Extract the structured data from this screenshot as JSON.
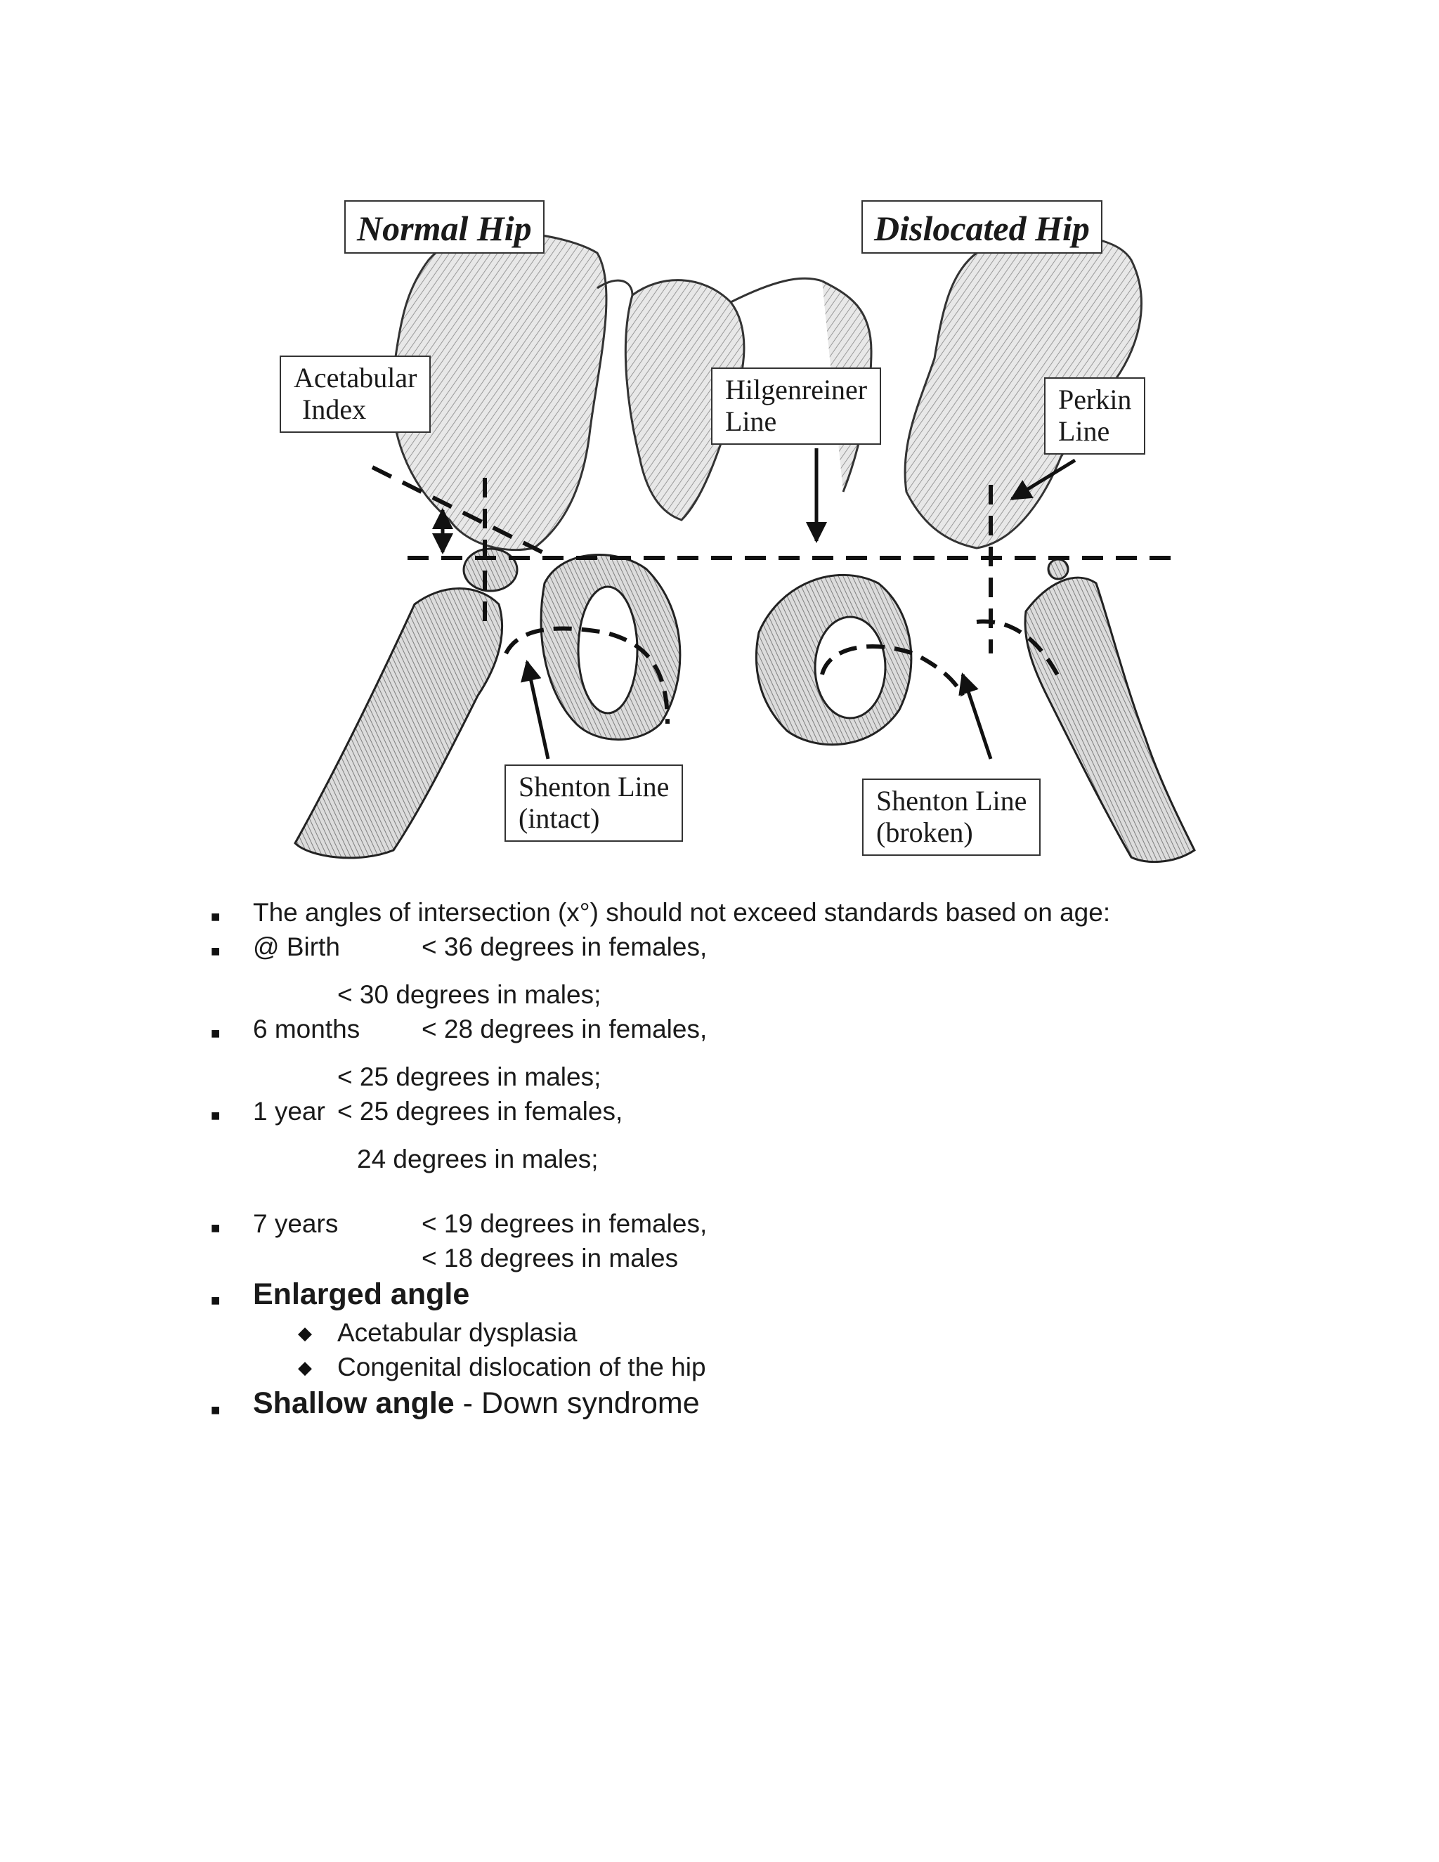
{
  "diagram": {
    "labels": {
      "normal_hip": "Normal Hip",
      "dislocated_hip": "Dislocated Hip",
      "acetabular_index": [
        "Acetabular",
        "Index"
      ],
      "hilgenreiner_line": [
        "Hilgenreiner",
        "Line"
      ],
      "perkin_line": [
        "Perkin",
        "Line"
      ],
      "shenton_intact": [
        "Shenton Line",
        "(intact)"
      ],
      "shenton_broken": [
        "Shenton Line",
        "(broken)"
      ]
    }
  },
  "notes": {
    "intro": "The angles of intersection (x°) should not exceed standards based on age:",
    "birth_label": "@ Birth",
    "birth_female": "< 36 degrees in females,",
    "birth_male": "< 30 degrees in males;",
    "six_label": "6 months",
    "six_female": "< 28 degrees in females,",
    "six_male": "< 25 degrees in males;",
    "one_label": "1 year",
    "one_female": "< 25 degrees in females,",
    "one_male": "24 degrees in males;",
    "seven_label": "7 years",
    "seven_female": "< 19 degrees in females,",
    "seven_male": "< 18 degrees in males",
    "enlarged_heading": "Enlarged angle",
    "enlarged_items": [
      "Acetabular dysplasia",
      "Congenital dislocation of the hip"
    ],
    "shallow_heading": "Shallow angle",
    "shallow_text": " - Down syndrome"
  },
  "glyphs": {
    "bullet": "■",
    "diamond": "◆"
  }
}
